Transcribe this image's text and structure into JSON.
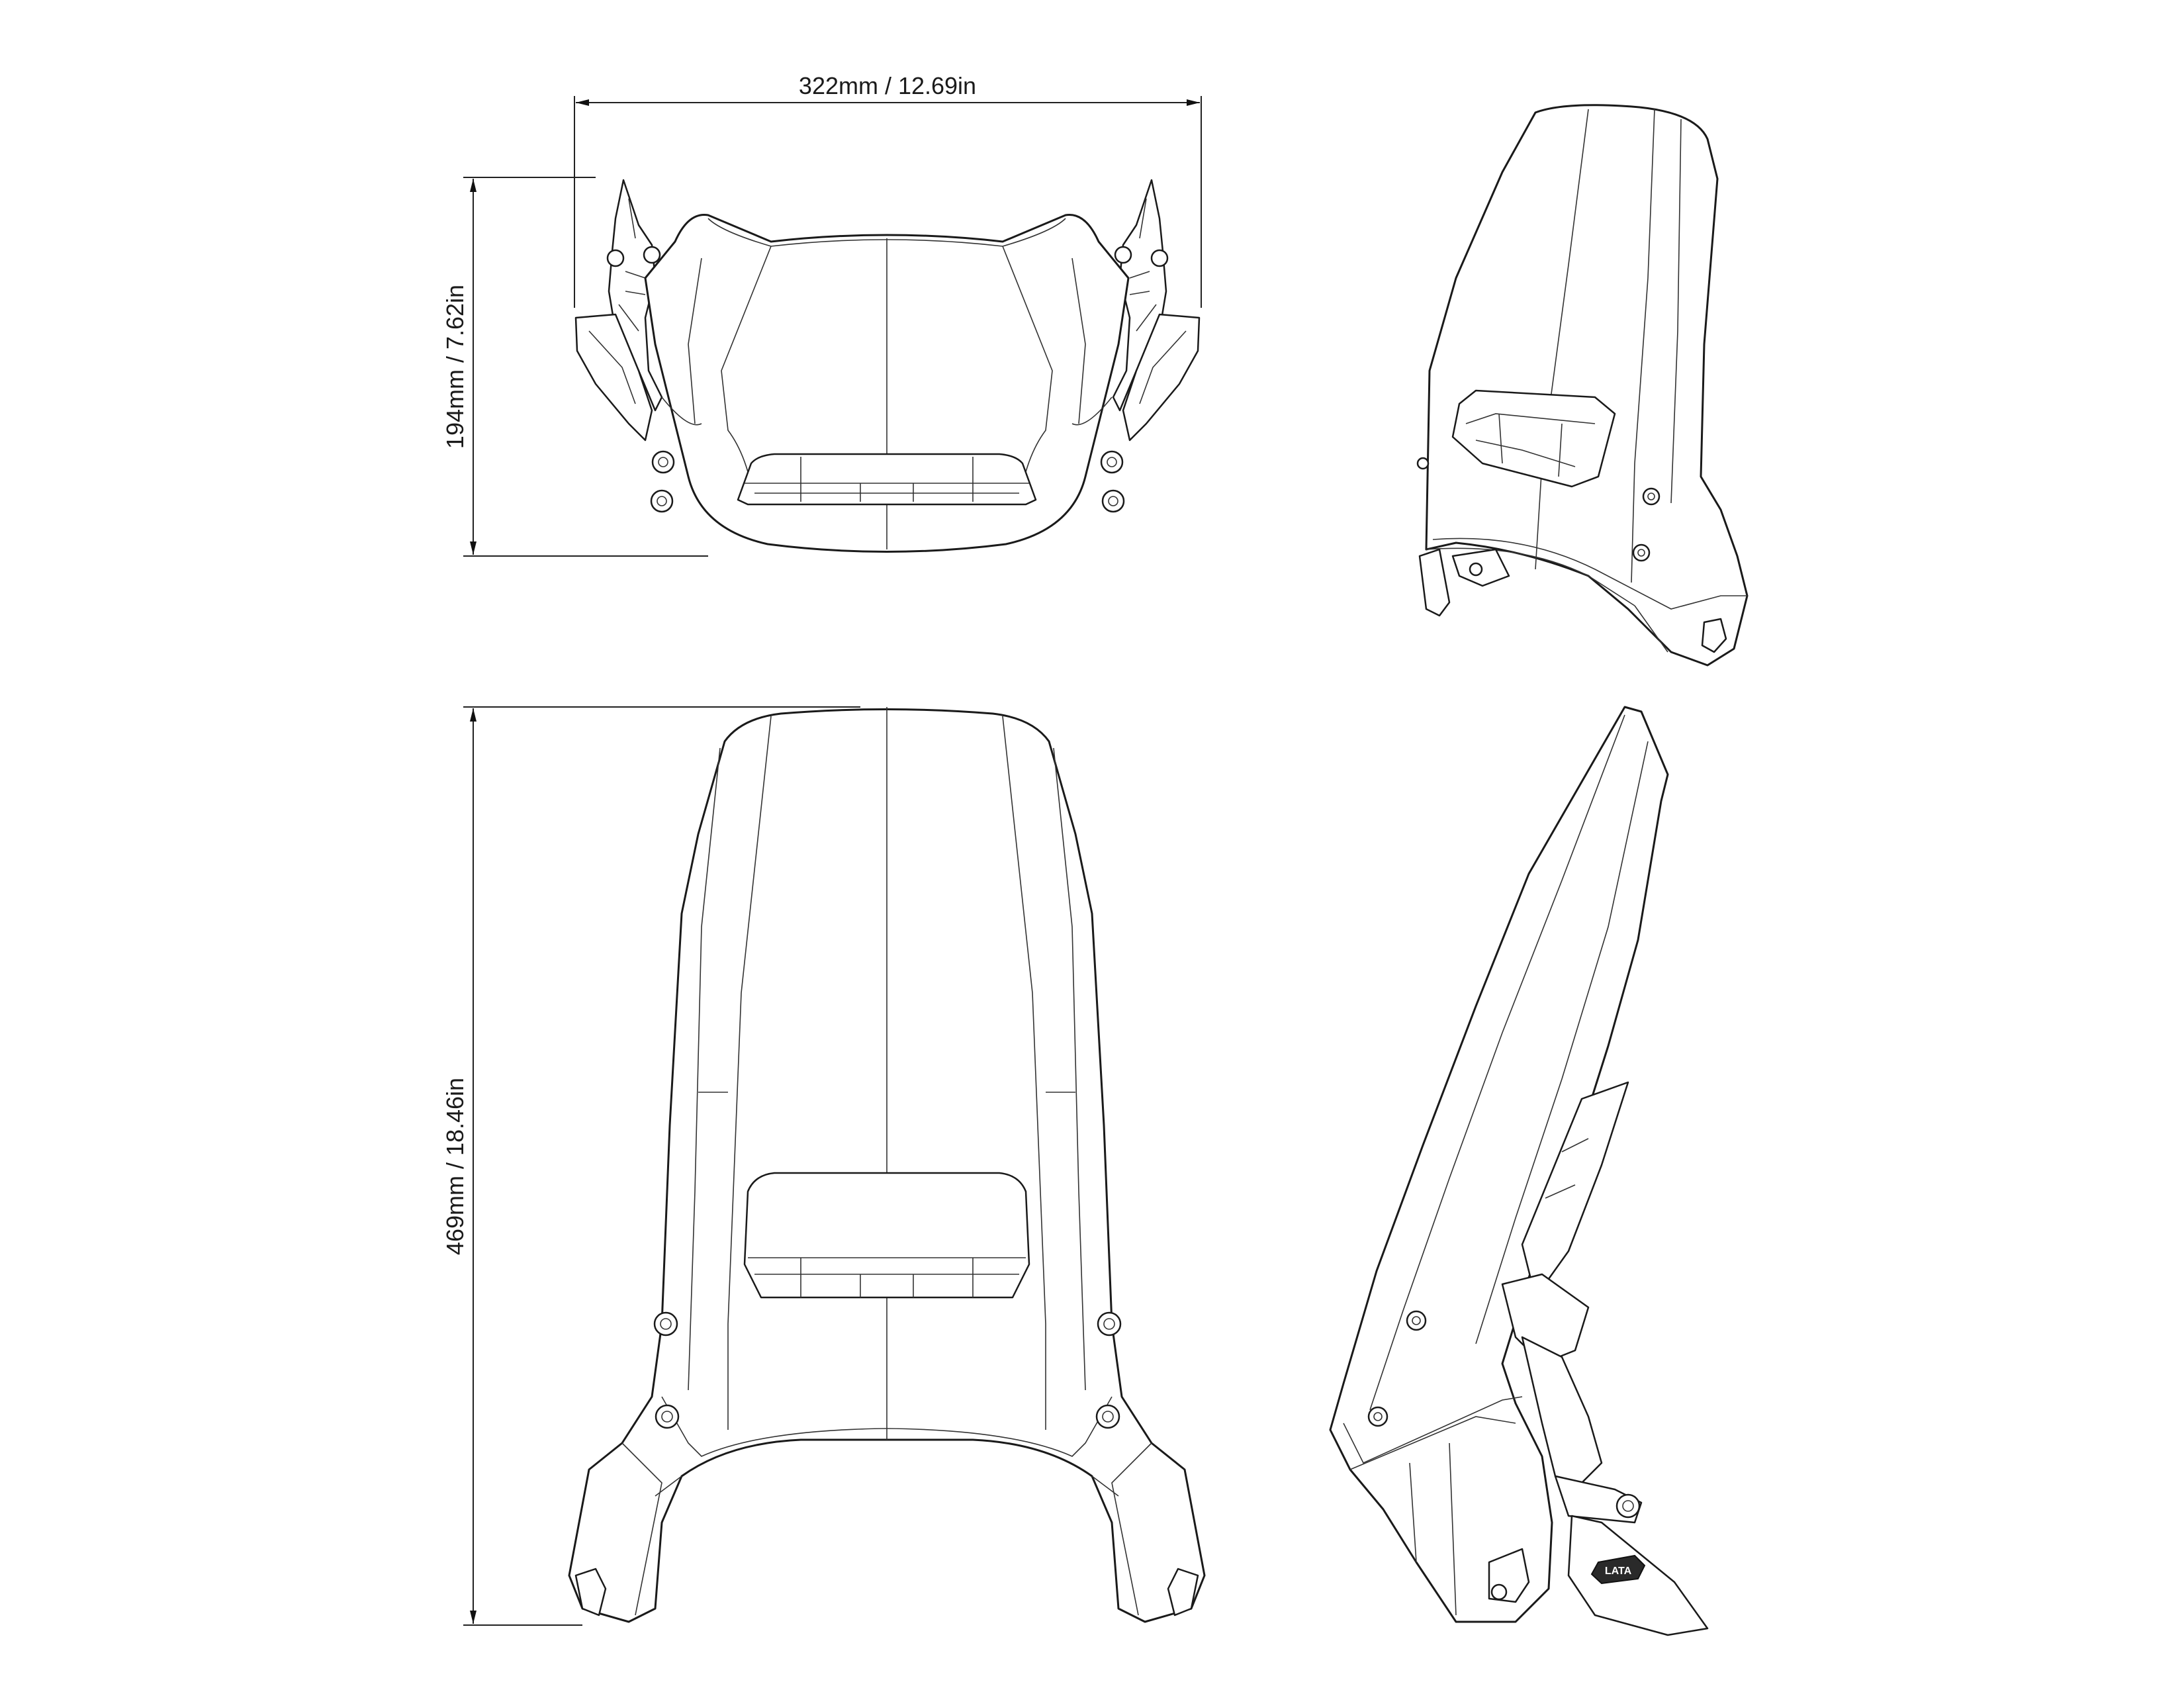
{
  "dimensions": {
    "width_label": "322mm / 12.69in",
    "top_height_label": "194mm / 7.62in",
    "front_height_label": "469mm / 18.46in"
  },
  "logo": {
    "text": "LATA"
  }
}
